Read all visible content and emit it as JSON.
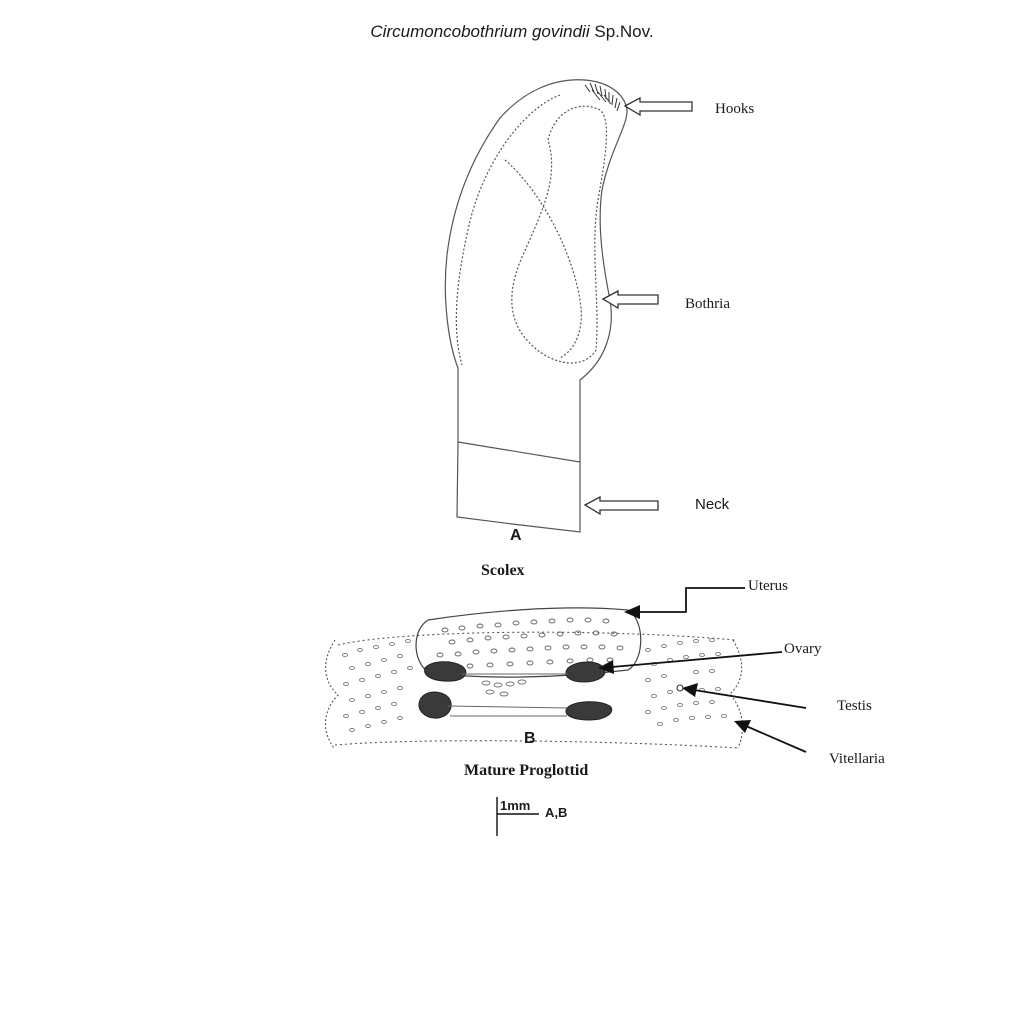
{
  "title": {
    "species": "Circumoncobothrium govindii",
    "suffix": "Sp.Nov."
  },
  "figure_a": {
    "letter": "A",
    "caption": "Scolex",
    "labels": {
      "hooks": "Hooks",
      "bothria": "Bothria",
      "neck": "Neck"
    }
  },
  "figure_b": {
    "letter": "B",
    "caption": "Mature Proglottid",
    "labels": {
      "uterus": "Uterus",
      "ovary": "Ovary",
      "testis": "Testis",
      "vitellaria": "Vitellaria"
    }
  },
  "scale_bar": {
    "length": "1mm",
    "applies_to": "A,B"
  },
  "colors": {
    "ink": "#1a1a1a",
    "line": "#555555",
    "background": "#ffffff"
  }
}
